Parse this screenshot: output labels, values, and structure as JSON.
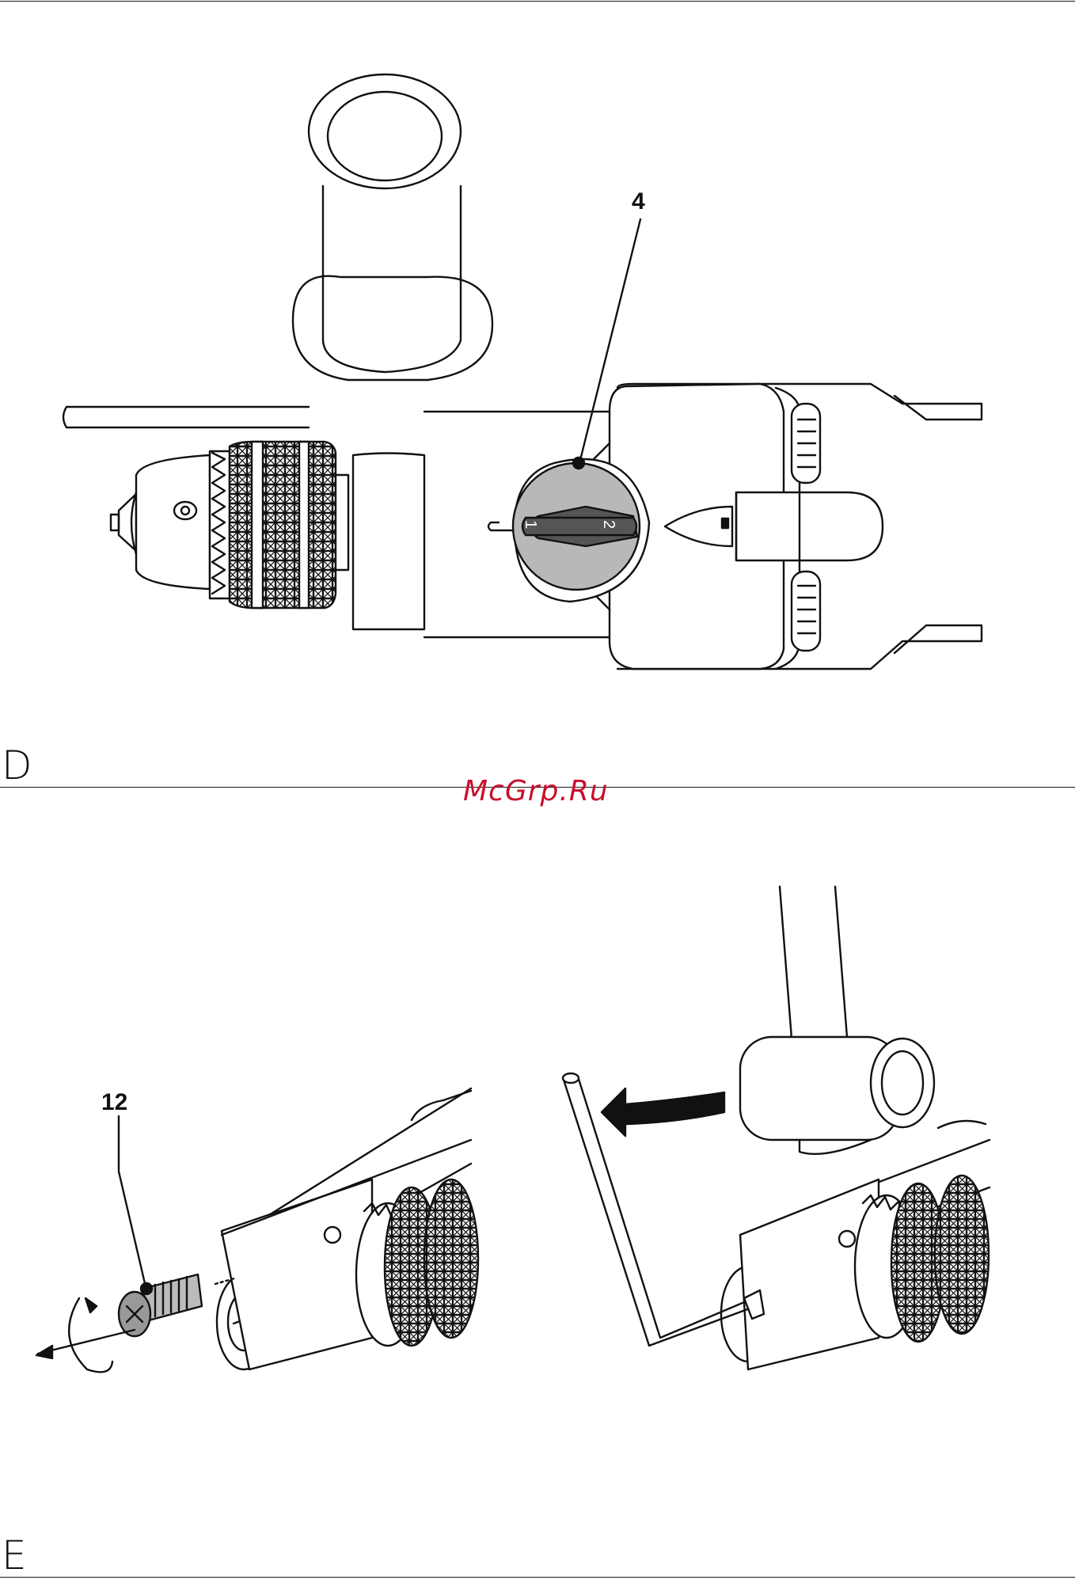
{
  "figure_d": {
    "letter": "D",
    "callout": "4",
    "selector": {
      "pos1": "1",
      "pos2": "2"
    }
  },
  "figure_e": {
    "letter": "E",
    "callout": "12"
  },
  "watermark": "McGrp.Ru",
  "colors": {
    "ink": "#111111",
    "dial_fill": "#b8b8b8",
    "knob_fill": "#555555",
    "watermark": "#c8102e"
  }
}
